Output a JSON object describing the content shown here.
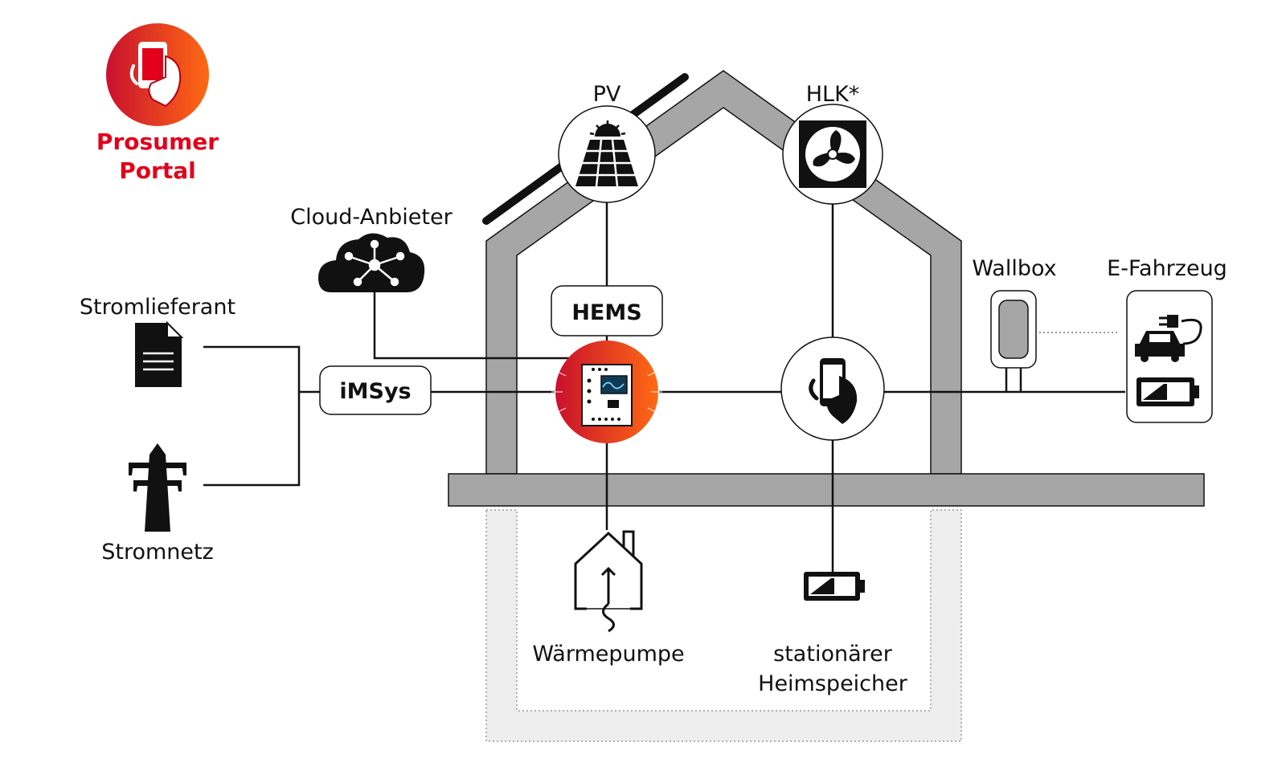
{
  "logo": {
    "line1": "Prosumer",
    "line2": "Portal",
    "color": "#e2001a"
  },
  "colors": {
    "house_wall": "#a6a6a6",
    "basement_fill": "#ededed",
    "gradient_start": "#c8102e",
    "gradient_end": "#ff6a13"
  },
  "labels": {
    "cloud": "Cloud-Anbieter",
    "supplier": "Stromlieferant",
    "grid": "Stromnetz",
    "imsys": "iMSys",
    "hems": "HEMS",
    "pv": "PV",
    "hvac": "HLK*",
    "wallbox": "Wallbox",
    "ev": "E-Fahrzeug",
    "heatpump": "Wärmepumpe",
    "storage_line1": "stationärer",
    "storage_line2": "Heimspeicher"
  },
  "icons": {
    "logo": "phone-in-hand-icon",
    "cloud": "cloud-network-icon",
    "supplier": "document-icon",
    "grid": "power-pylon-icon",
    "pv": "solar-panel-icon",
    "hvac": "fan-icon",
    "hub": "smart-meter-gateway-icon",
    "app": "smartphone-hand-icon",
    "ev": "electric-car-plug-icon",
    "ev_battery": "battery-icon",
    "storage": "battery-icon",
    "heatpump": "heat-pump-house-icon"
  }
}
